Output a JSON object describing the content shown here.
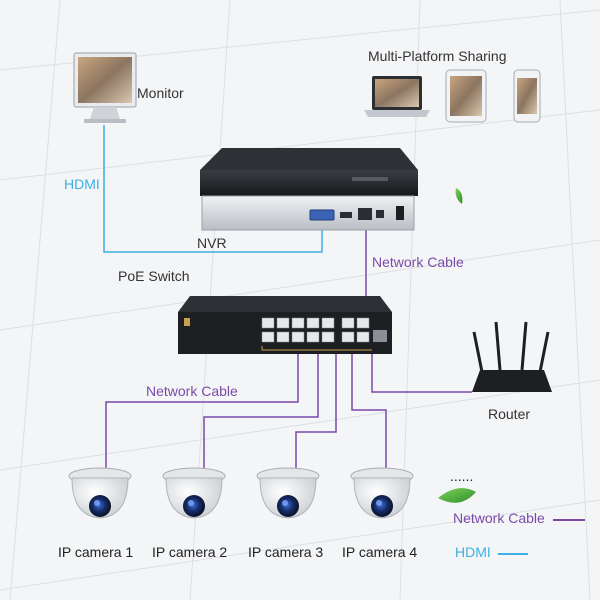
{
  "labels": {
    "monitor": "Monitor",
    "sharing": "Multi-Platform Sharing",
    "hdmi": "HDMI",
    "nvr": "NVR",
    "poe_switch": "PoE Switch",
    "network_cable_top": "Network Cable",
    "network_cable_left": "Network Cable",
    "router": "Router",
    "ellipsis": "......"
  },
  "cameras": [
    "IP camera 1",
    "IP camera 2",
    "IP camera 3",
    "IP camera 4"
  ],
  "legend": {
    "network": "Network Cable",
    "hdmi": "HDMI"
  },
  "colors": {
    "network_cable": "#7b4aa8",
    "hdmi_cable": "#3bb0e6",
    "device_dark": "#1d1f23"
  },
  "icons": [
    "monitor-icon",
    "laptop-icon",
    "tablet-icon",
    "phone-icon",
    "nvr-icon",
    "poe-switch-icon",
    "router-icon",
    "dome-camera-icon",
    "leaf-icon"
  ]
}
